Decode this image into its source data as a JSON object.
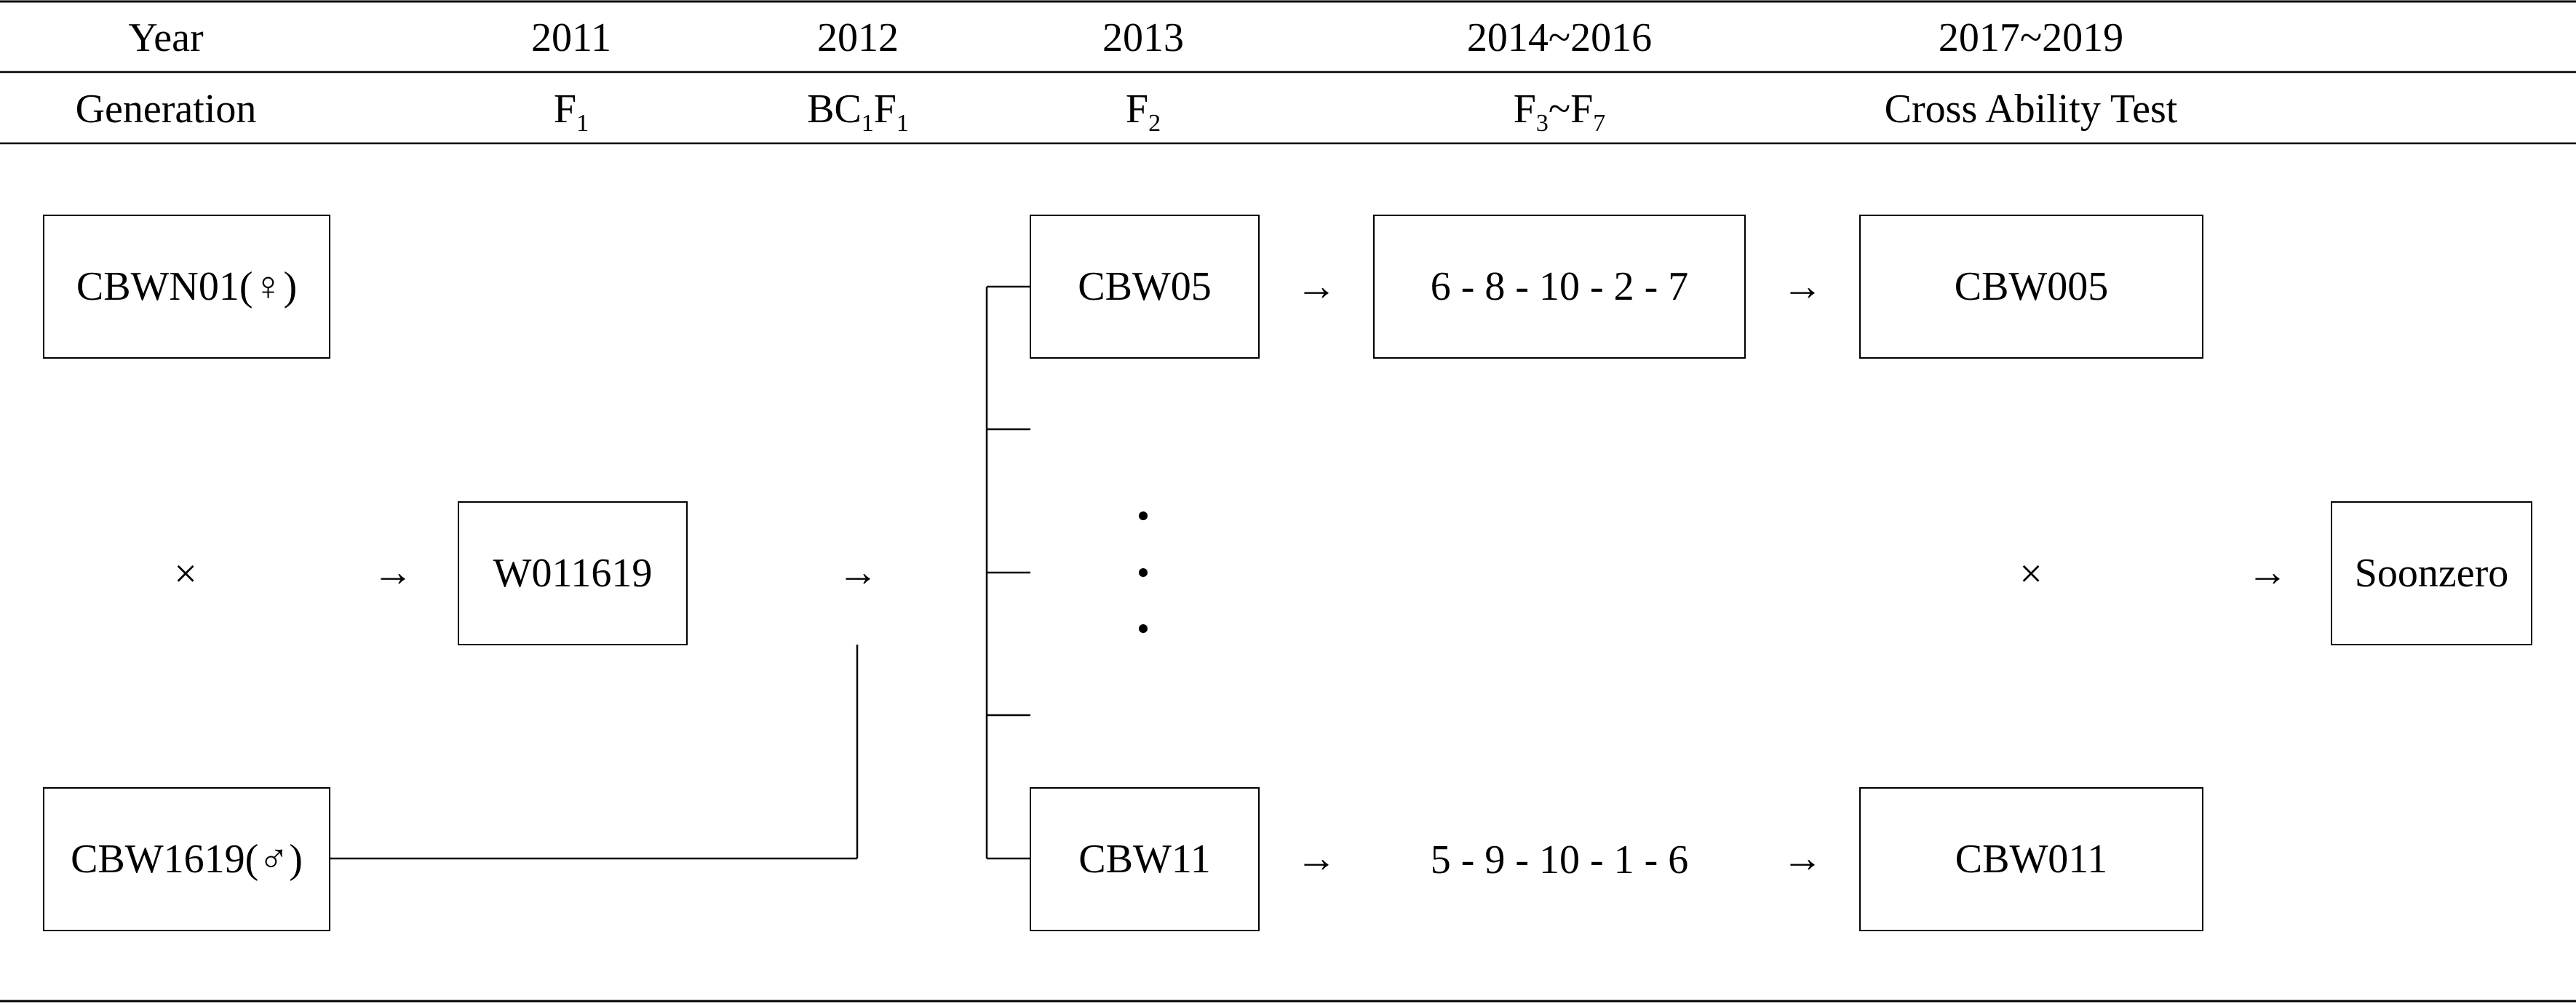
{
  "header": {
    "year_label": "Year",
    "years": [
      "2011",
      "2012",
      "2013",
      "2014~2016",
      "2017~2019"
    ],
    "generation_label": "Generation",
    "generations": [
      {
        "base": "F",
        "sub": "1",
        "tail": "",
        "tail_sub": ""
      },
      {
        "base": "BC",
        "sub": "1",
        "tail": "F",
        "tail_sub": "1"
      },
      {
        "base": "F",
        "sub": "2",
        "tail": "",
        "tail_sub": ""
      },
      {
        "base": "F",
        "sub": "3",
        "tail": "~F",
        "tail_sub": "7"
      }
    ],
    "cross_ability_label": "Cross Ability Test"
  },
  "boxes": {
    "female_parent": "CBWN01(♀)",
    "male_parent": "CBW1619(♂)",
    "f1": "W011619",
    "line_a": "CBW05",
    "line_b": "CBW11",
    "selection_a": "6 - 8 - 10 - 2 - 7",
    "selection_b": "5 - 9 - 10 - 1 - 6",
    "test_a": "CBW005",
    "test_b": "CBW011",
    "final": "Soonzero"
  },
  "symbols": {
    "cross": "×",
    "arrow": "→"
  }
}
